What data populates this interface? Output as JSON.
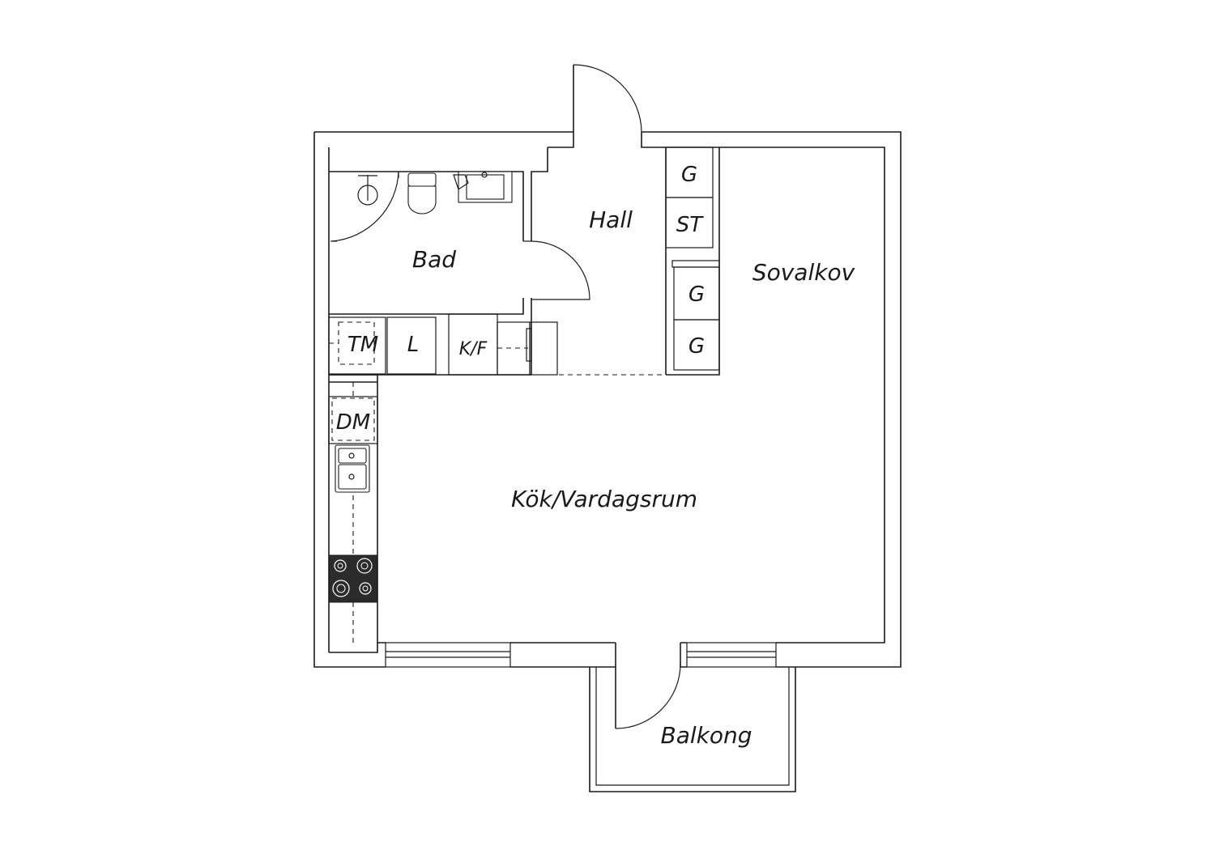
{
  "rooms": {
    "hall": "Hall",
    "bad": "Bad",
    "sovalkov": "Sovalkov",
    "kok_vardagsrum": "Kök/Vardagsrum",
    "balkong": "Balkong"
  },
  "appliances": {
    "garderob_1": "G",
    "storage": "ST",
    "garderob_2": "G",
    "garderob_3": "G",
    "tvattmaskin": "TM",
    "linneskap": "L",
    "kyl_frys": "K/F",
    "diskmaskin": "DM"
  },
  "icons": [
    "shower-icon",
    "toilet-icon",
    "washbasin-icon",
    "kitchen-sink-icon",
    "stove-icon",
    "door-swing-icon",
    "window-icon"
  ],
  "colors": {
    "line": "#1a1a1a",
    "stove": "#2b2b2b",
    "background": "#ffffff"
  }
}
